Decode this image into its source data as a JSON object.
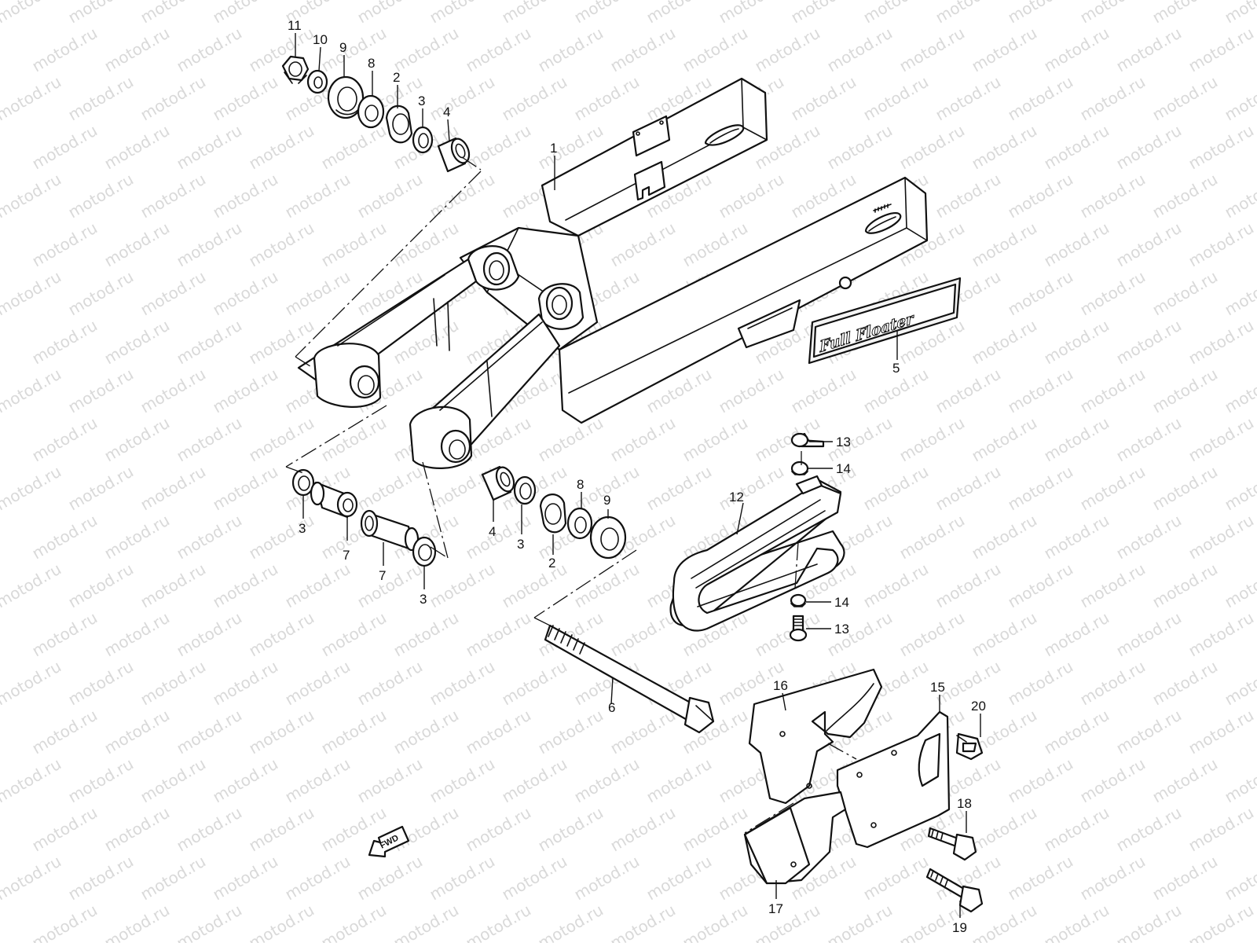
{
  "watermark": {
    "text": "motod.ru",
    "color": "#d9d9d9"
  },
  "emblem": {
    "text": "Full Floater"
  },
  "fwd_arrow": {
    "text": "FWD"
  },
  "callouts": [
    {
      "id": "c1",
      "label": "1"
    },
    {
      "id": "c2a",
      "label": "2"
    },
    {
      "id": "c2b",
      "label": "2"
    },
    {
      "id": "c3a",
      "label": "3"
    },
    {
      "id": "c3b",
      "label": "3"
    },
    {
      "id": "c3c",
      "label": "3"
    },
    {
      "id": "c3d",
      "label": "3"
    },
    {
      "id": "c4a",
      "label": "4"
    },
    {
      "id": "c4b",
      "label": "4"
    },
    {
      "id": "c5",
      "label": "5"
    },
    {
      "id": "c6",
      "label": "6"
    },
    {
      "id": "c7a",
      "label": "7"
    },
    {
      "id": "c7b",
      "label": "7"
    },
    {
      "id": "c8a",
      "label": "8"
    },
    {
      "id": "c8b",
      "label": "8"
    },
    {
      "id": "c9a",
      "label": "9"
    },
    {
      "id": "c9b",
      "label": "9"
    },
    {
      "id": "c10",
      "label": "10"
    },
    {
      "id": "c11",
      "label": "11"
    },
    {
      "id": "c12",
      "label": "12"
    },
    {
      "id": "c13a",
      "label": "13"
    },
    {
      "id": "c13b",
      "label": "13"
    },
    {
      "id": "c14a",
      "label": "14"
    },
    {
      "id": "c14b",
      "label": "14"
    },
    {
      "id": "c15",
      "label": "15"
    },
    {
      "id": "c16",
      "label": "16"
    },
    {
      "id": "c17",
      "label": "17"
    },
    {
      "id": "c18",
      "label": "18"
    },
    {
      "id": "c19",
      "label": "19"
    },
    {
      "id": "c20",
      "label": "20"
    }
  ]
}
